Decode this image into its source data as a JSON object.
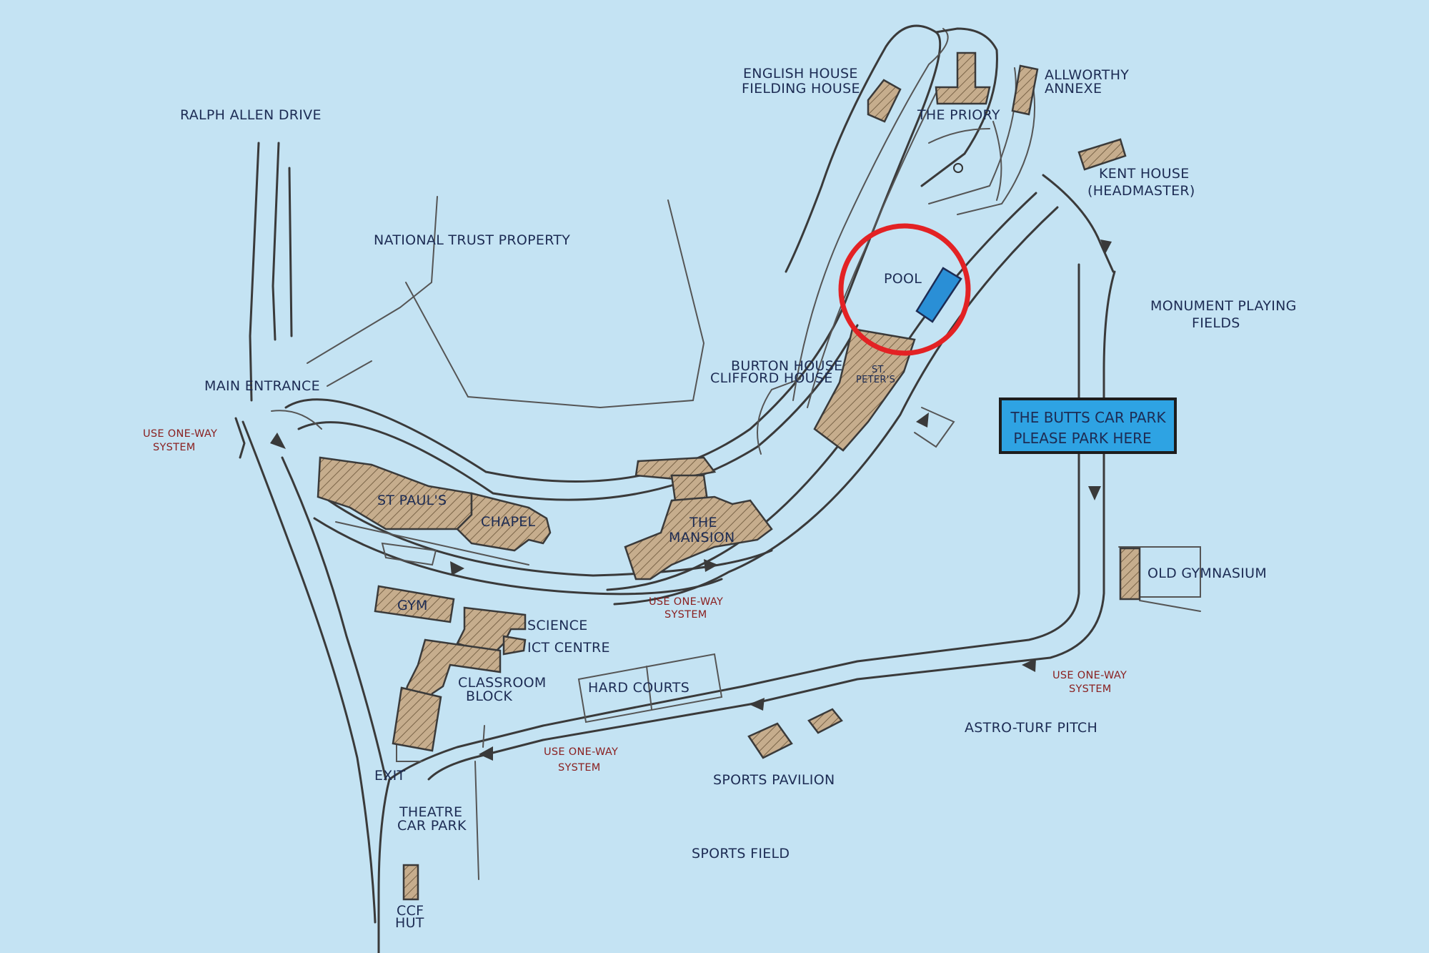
{
  "colors": {
    "background": "#c4e3f3",
    "building_fill": "#c6ad8d",
    "pool_fill": "#2a8fd6",
    "highlight_circle": "#e32224",
    "car_park_box": "#2ea3e3",
    "one_way_text": "#8a2020"
  },
  "labels": {
    "ralph_allen_drive": "RALPH ALLEN DRIVE",
    "national_trust": "NATIONAL TRUST PROPERTY",
    "main_entrance": "MAIN ENTRANCE",
    "english_house": "ENGLISH HOUSE",
    "fielding_house": "FIELDING HOUSE",
    "the_priory": "THE PRIORY",
    "allworthy": "ALLWORTHY",
    "annexe": "ANNEXE",
    "kent_house": "KENT HOUSE",
    "headmaster": "(HEADMASTER)",
    "pool": "POOL",
    "monument_1": "MONUMENT PLAYING",
    "monument_2": "FIELDS",
    "burton_house": "BURTON HOUSE",
    "clifford_house": "CLIFFORD HOUSE",
    "st_peters_1": "ST.",
    "st_peters_2": "PETER'S",
    "st_pauls": "ST PAUL'S",
    "chapel": "CHAPEL",
    "the_mansion_1": "THE",
    "the_mansion_2": "MANSION",
    "old_gymnasium": "OLD GYMNASIUM",
    "gym": "GYM",
    "science": "SCIENCE",
    "ict_centre": "ICT CENTRE",
    "classroom_1": "CLASSROOM",
    "classroom_2": "BLOCK",
    "hard_courts": "HARD COURTS",
    "astro_turf": "ASTRO-TURF PITCH",
    "sports_pavilion": "SPORTS PAVILION",
    "exit": "EXIT",
    "theatre_1": "THEATRE",
    "theatre_2": "CAR PARK",
    "sports_field": "SPORTS FIELD",
    "ccf_1": "CCF",
    "ccf_2": "HUT"
  },
  "one_way": {
    "line1": "USE ONE-WAY",
    "line2": "SYSTEM"
  },
  "car_park": {
    "line1": "THE BUTTS CAR PARK",
    "line2": "PLEASE PARK HERE"
  }
}
